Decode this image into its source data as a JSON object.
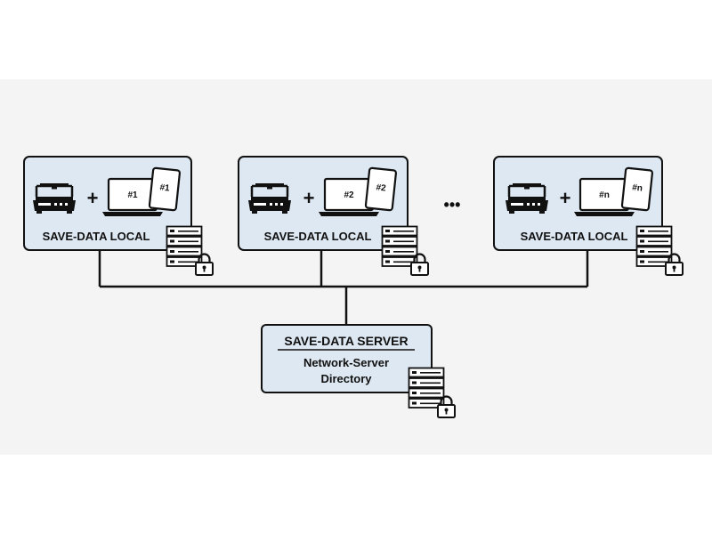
{
  "colors": {
    "background": "#ffffff",
    "panel": "#f4f4f4",
    "box_fill": "#dde8f2",
    "stroke": "#111111"
  },
  "clients": [
    {
      "label": "SAVE-DATA LOCAL",
      "laptop_label": "#1",
      "tablet_label": "#1"
    },
    {
      "label": "SAVE-DATA LOCAL",
      "laptop_label": "#2",
      "tablet_label": "#2"
    },
    {
      "label": "SAVE-DATA LOCAL",
      "laptop_label": "#n",
      "tablet_label": "#n"
    }
  ],
  "plus_sign": "+",
  "ellipsis": "•••",
  "server": {
    "title": "SAVE-DATA SERVER",
    "line1": "Network-Server",
    "line2": "Directory"
  },
  "icons": {
    "balance": "laboratory-balance-icon",
    "laptop": "laptop-icon",
    "tablet": "tablet-icon",
    "server": "server-rack-icon",
    "lock": "padlock-icon"
  }
}
